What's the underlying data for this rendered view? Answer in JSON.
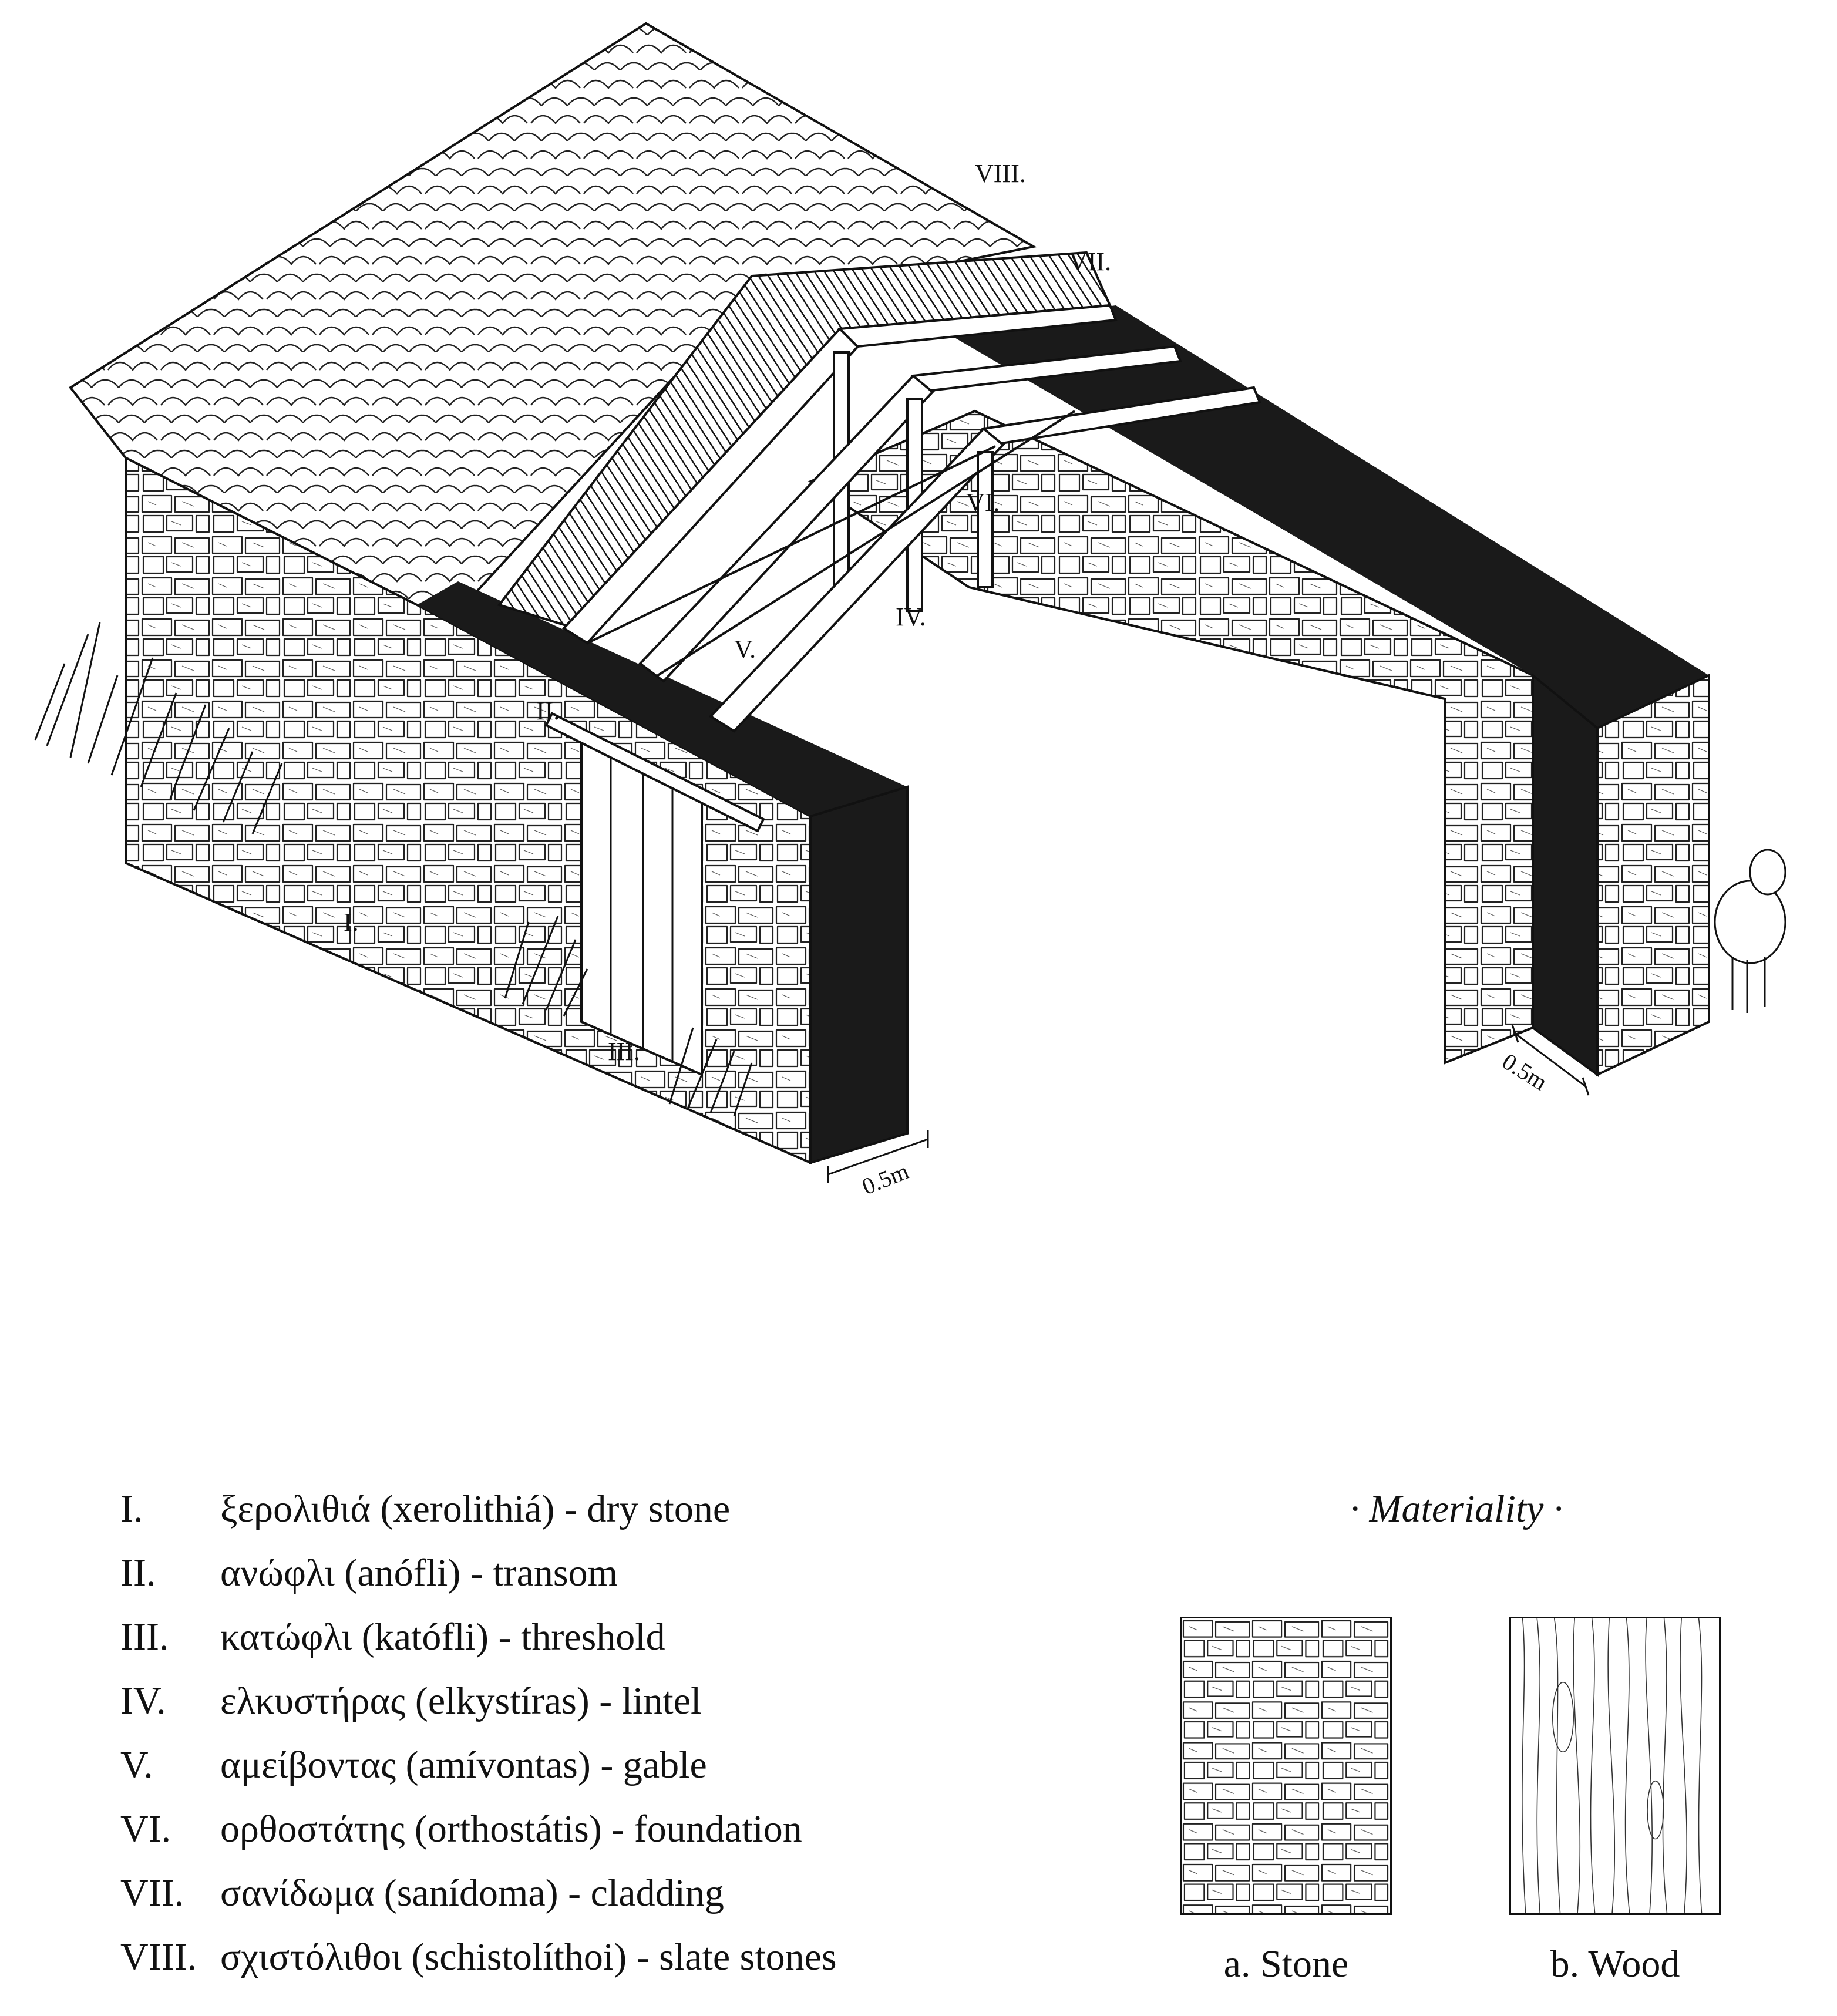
{
  "callouts": {
    "i": "I.",
    "ii": "II.",
    "iii": "III.",
    "iv": "IV.",
    "v": "V.",
    "vi": "VI.",
    "vii": "VII.",
    "viii": "VIII."
  },
  "scale": {
    "front_wall": "0.5m",
    "right_wall": "0.5m"
  },
  "legend": [
    {
      "num": "I.",
      "term": "ξερολιθιά (xerolithiá) - dry stone"
    },
    {
      "num": "II.",
      "term": "ανώφλι (anófli) - transom"
    },
    {
      "num": "III.",
      "term": "κατώφλι (katófli) - threshold"
    },
    {
      "num": "IV.",
      "term": "ελκυστήρας (elkystíras) - lintel"
    },
    {
      "num": "V.",
      "term": "αμείβοντας (amívontas) - gable"
    },
    {
      "num": "VI.",
      "term": "ορθοστάτης (orthostátis) - foundation"
    },
    {
      "num": "VII.",
      "term": "σανίδωμα (sanídoma) - cladding"
    },
    {
      "num": "VIII.",
      "term": "σχιστόλιθοι (schistolíthoi) - slate stones"
    }
  ],
  "materiality": {
    "title": "· Materiality ·",
    "stone_label": "a. Stone",
    "wood_label": "b. Wood"
  },
  "colors": {
    "ink": "#111111",
    "section_fill": "#1a1a1a",
    "paper": "#ffffff"
  }
}
